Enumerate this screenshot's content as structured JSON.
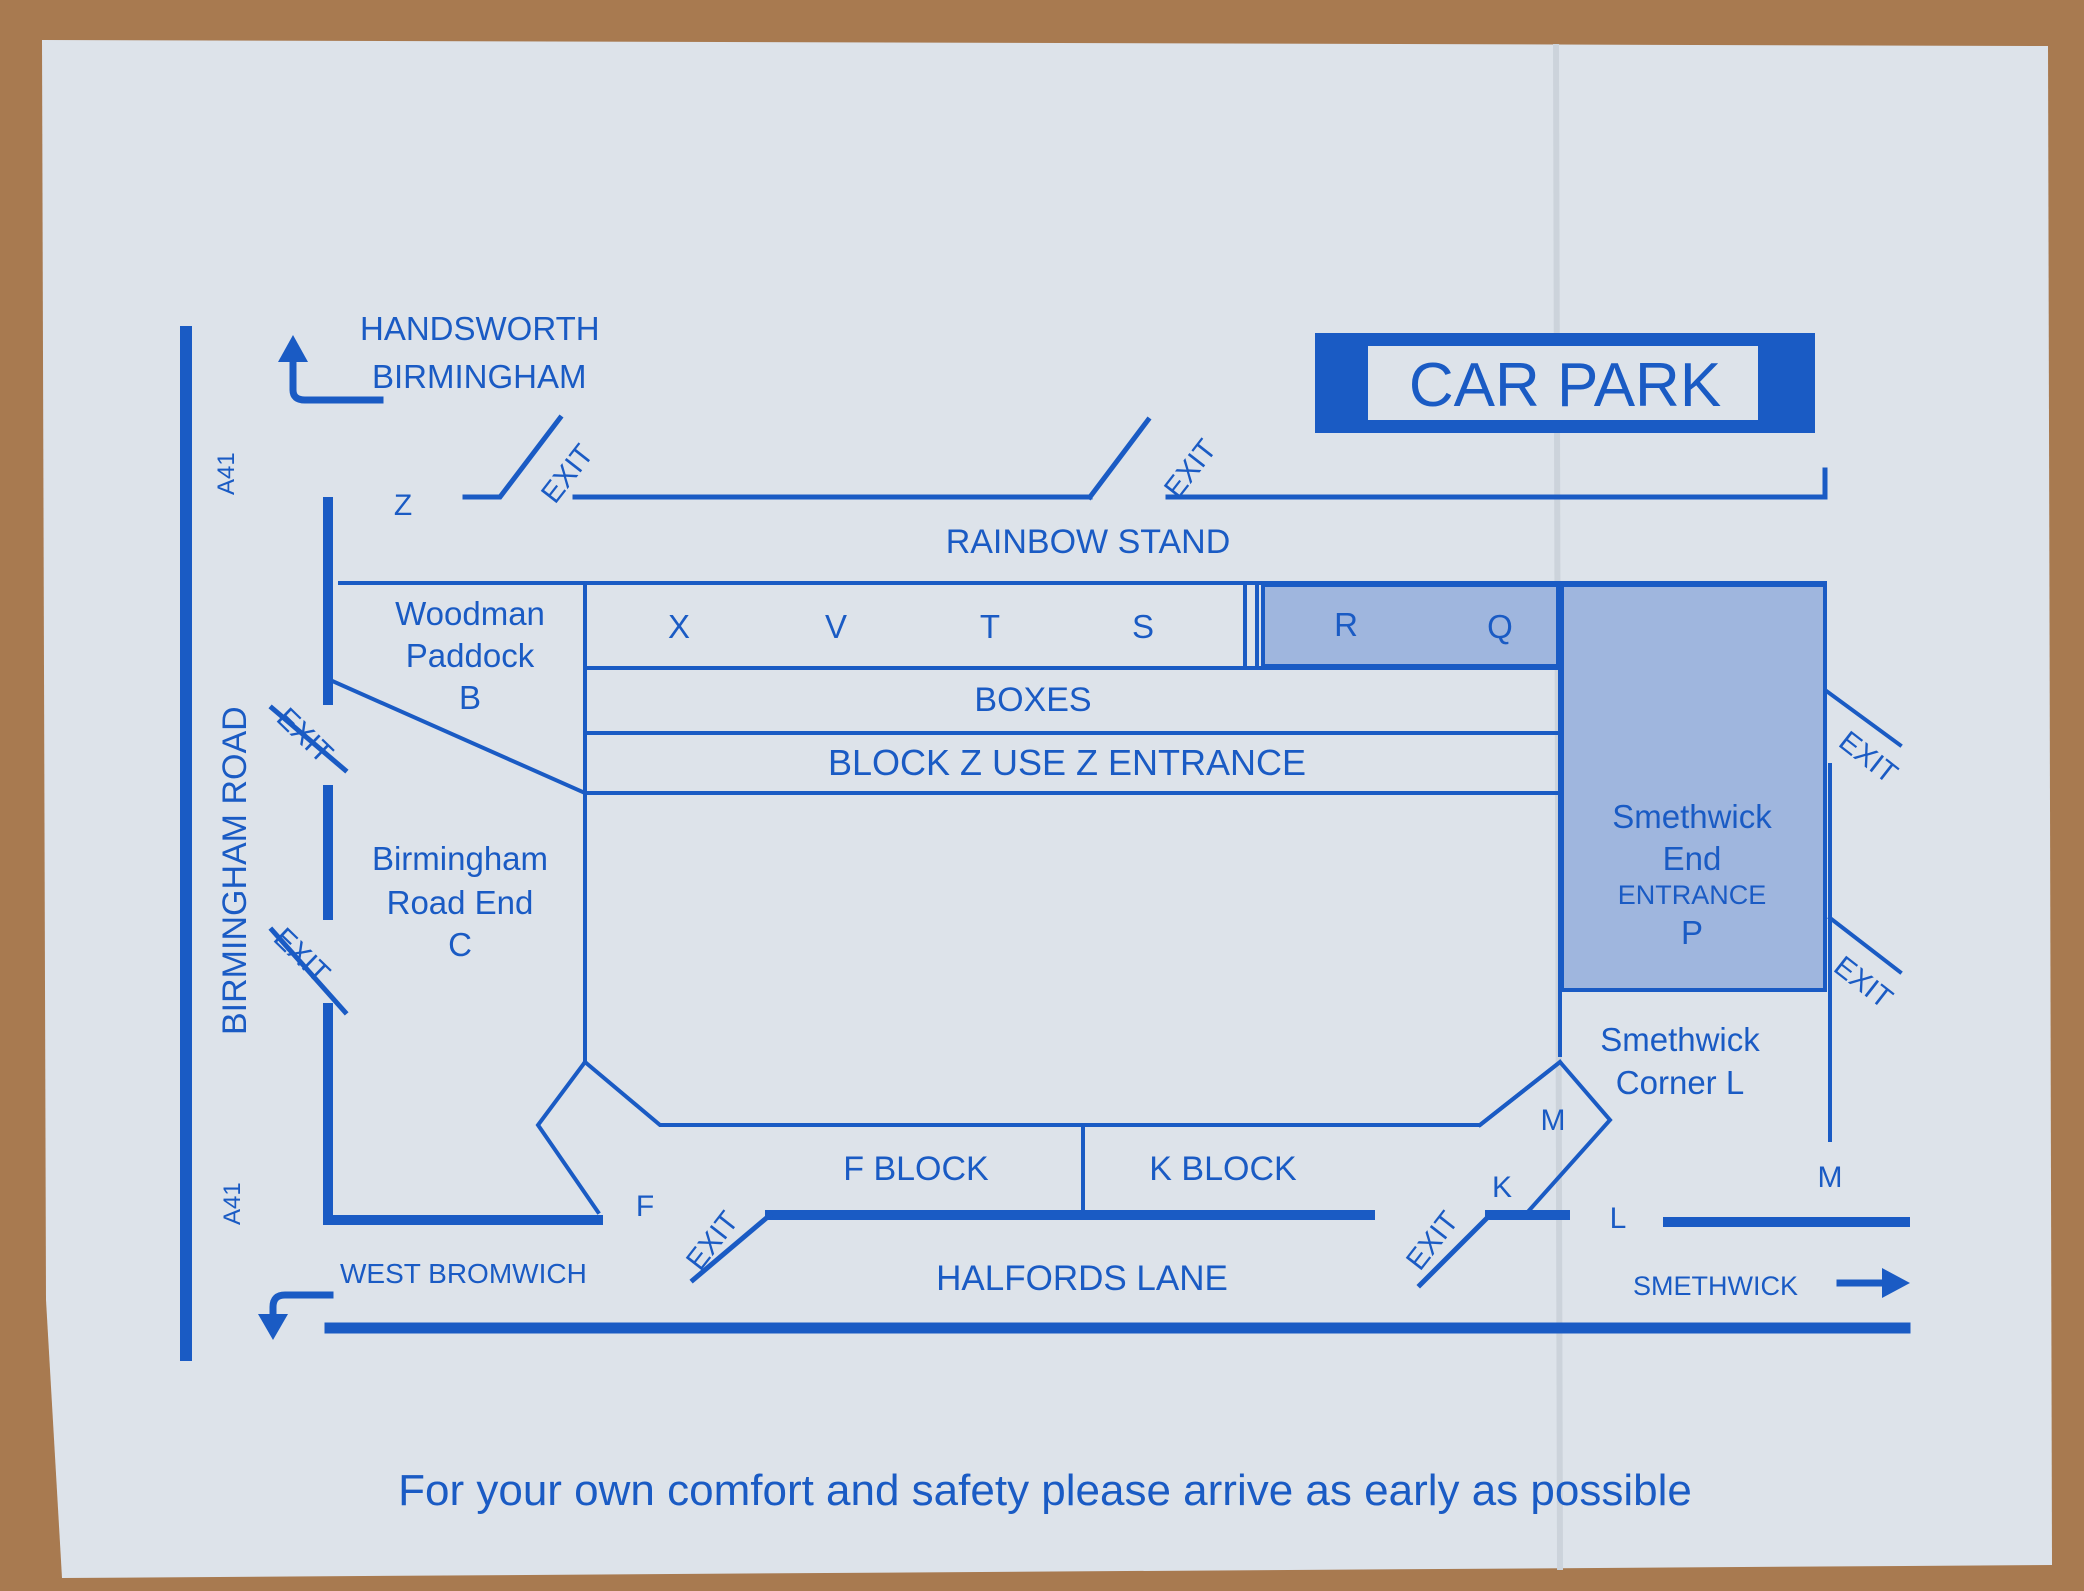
{
  "colors": {
    "ink": "#1a5bc4",
    "shade": "#9fb6de",
    "paper": "#dde3ea",
    "table": "#a87a50"
  },
  "directions": {
    "north": [
      "HANDSWORTH",
      "BIRMINGHAM"
    ],
    "west": "WEST BROMWICH",
    "east": "SMETHWICK"
  },
  "roads": {
    "birmingham_road": "BIRMINGHAM ROAD",
    "a41": "A41",
    "halfords_lane": "HALFORDS LANE"
  },
  "car_park": "CAR PARK",
  "exit_label": "EXIT",
  "stands": {
    "rainbow_stand": "RAINBOW STAND",
    "woodman_paddock": [
      "Woodman",
      "Paddock",
      "B"
    ],
    "birmingham_road_end": [
      "Birmingham",
      "Road End",
      "C"
    ],
    "smethwick_end": [
      "Smethwick",
      "End",
      "ENTRANCE",
      "P"
    ],
    "smethwick_corner": [
      "Smethwick",
      "Corner L"
    ],
    "boxes": "BOXES",
    "block_z": "BLOCK Z USE Z ENTRANCE",
    "f_block": "F BLOCK",
    "k_block": "K BLOCK",
    "rainbow_sections": [
      "X",
      "V",
      "T",
      "S"
    ],
    "shaded_sections": [
      "R",
      "Q"
    ]
  },
  "letters": {
    "z": "Z",
    "f": "F",
    "k": "K",
    "l": "L",
    "m": "M"
  },
  "footer": "For your own comfort and safety please arrive as early as possible"
}
